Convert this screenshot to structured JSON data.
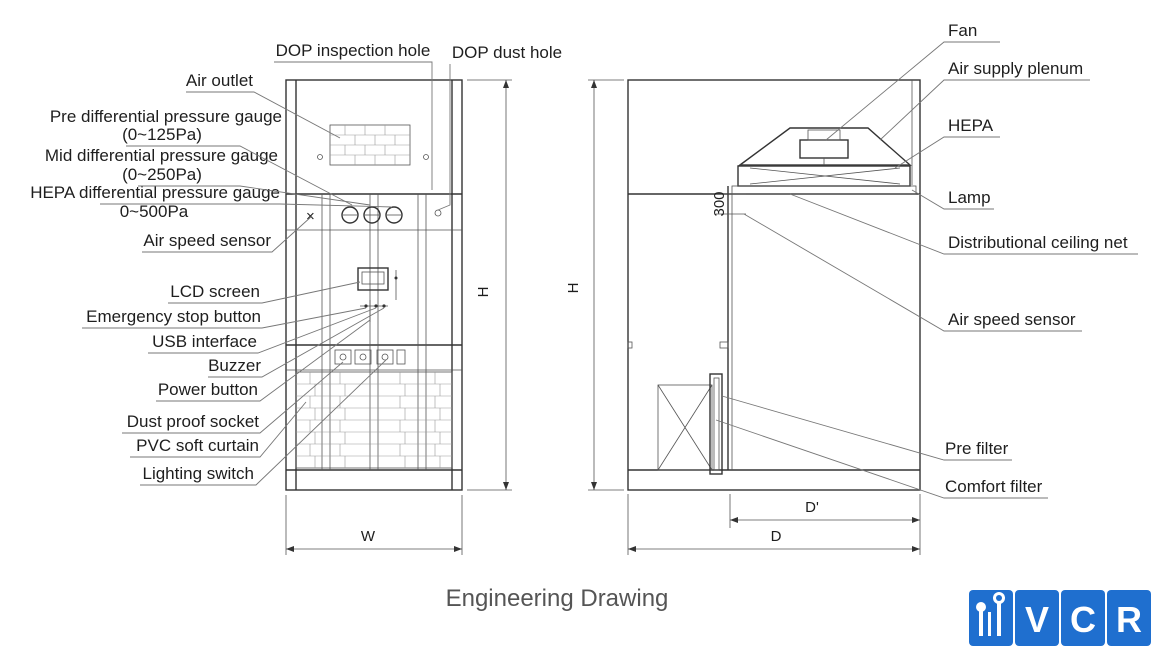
{
  "caption": "Engineering Drawing",
  "brand": {
    "logo_text": [
      "V",
      "C",
      "R"
    ],
    "color": "#1f6fcf"
  },
  "front_view_labels": [
    "DOP inspection hole",
    "DOP dust hole",
    "Air outlet",
    "Pre differential pressure gauge",
    "(0~125Pa)",
    "Mid differential pressure gauge",
    "(0~250Pa)",
    "HEPA differential pressure gauge",
    "0~500Pa",
    "Air speed sensor",
    "LCD screen",
    "Emergency stop button",
    "USB interface",
    "Buzzer",
    "Power button",
    "Dust proof socket",
    "PVC soft curtain",
    "Lighting switch"
  ],
  "side_view_labels": [
    "Fan",
    "Air supply plenum",
    "HEPA",
    "Lamp",
    "Distributional ceiling net",
    "Air speed sensor",
    "Pre filter",
    "Comfort filter"
  ],
  "dimensions": {
    "width": "W",
    "height": "H",
    "depth": "D",
    "depth_inner": "D'",
    "offset": "300"
  }
}
